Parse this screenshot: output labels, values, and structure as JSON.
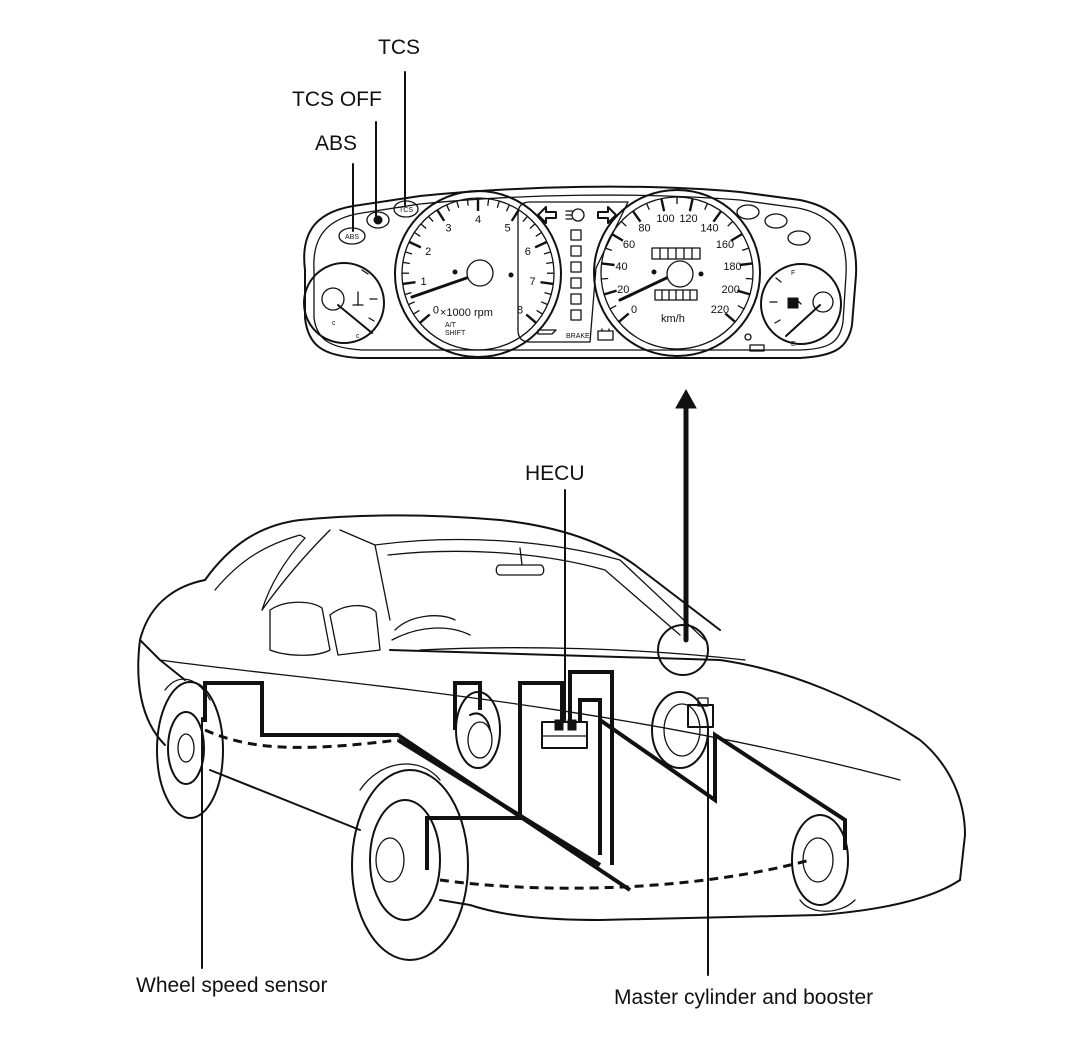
{
  "labels": {
    "tcs": "TCS",
    "tcs_off": "TCS OFF",
    "abs": "ABS",
    "hecu": "HECU",
    "wheel_speed_sensor": "Wheel speed sensor",
    "master_cylinder": "Master cylinder and booster"
  },
  "cluster": {
    "tachometer": {
      "ticks": [
        "0",
        "1",
        "2",
        "3",
        "4",
        "5",
        "6",
        "7",
        "8"
      ],
      "unit": "×1000 rpm"
    },
    "speedometer": {
      "ticks": [
        "0",
        "20",
        "40",
        "60",
        "80",
        "100",
        "120",
        "140",
        "160",
        "180",
        "200",
        "220"
      ],
      "unit": "km/h"
    }
  },
  "icons": [
    "tcs-indicator-icon",
    "tcs-off-indicator-icon",
    "abs-indicator-icon",
    "turn-left-arrow-icon",
    "turn-right-arrow-icon",
    "fuel-pump-icon",
    "temperature-icon"
  ]
}
